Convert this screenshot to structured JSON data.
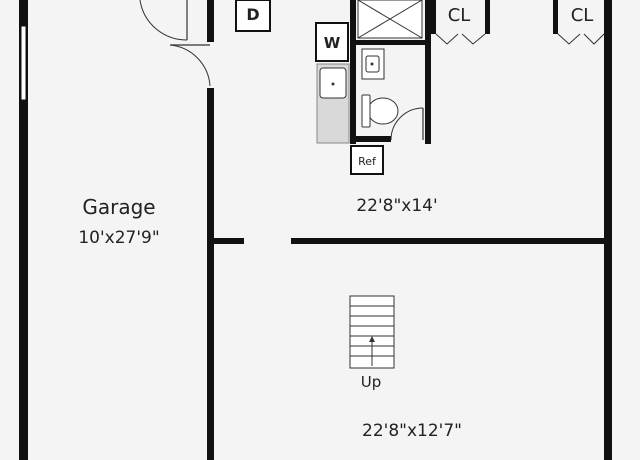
{
  "rooms": {
    "garage": {
      "name": "Garage",
      "size": "10'x27'9\""
    },
    "upper_room": {
      "size": "22'8\"x14'"
    },
    "lower_room": {
      "size": "22'8\"x12'7\""
    }
  },
  "fixtures": {
    "dryer": "D",
    "washer": "W",
    "fridge": "Ref",
    "closet_1": "CL",
    "closet_2": "CL"
  },
  "stairs": {
    "label": "Up"
  },
  "colors": {
    "wall": "#111111",
    "floor": "#f4f4f4",
    "fixture_fill": "#ffffff",
    "sink_fill": "#d9d9d9"
  }
}
